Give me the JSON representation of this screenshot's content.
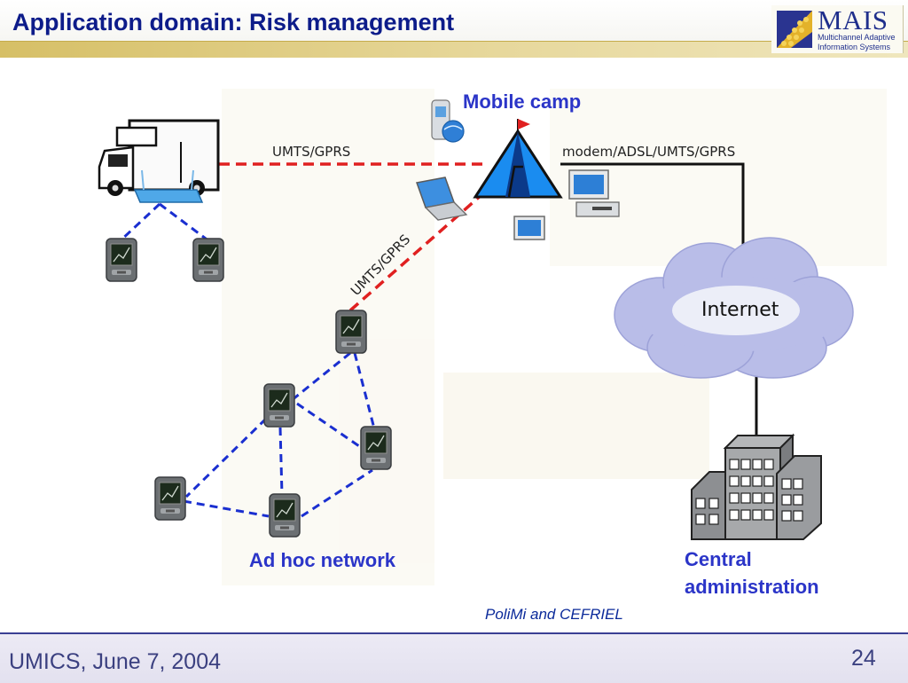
{
  "header": {
    "title": "Application domain: Risk management",
    "logo": {
      "main": "MAIS",
      "sub1": "Multichannel Adaptive",
      "sub2": "Information Systems"
    }
  },
  "diagram": {
    "link_labels": {
      "truck_to_camp": "UMTS/GPRS",
      "adhoc_to_camp": "UMTS/GPRS",
      "camp_to_internet": "modem/ADSL/UMTS/GPRS"
    },
    "mobile_camp": "Mobile camp",
    "internet": "Internet",
    "adhoc_network": "Ad hoc network",
    "central_admin_line1": "Central",
    "central_admin_line2": "administration",
    "credit": "PoliMi and CEFRIEL"
  },
  "footer": {
    "left": "UMICS, June 7, 2004",
    "page_number": "24"
  },
  "colors": {
    "title": "#0d1c8a",
    "label_blue": "#2b35c8",
    "red_link": "#e02020",
    "blue_link": "#1a2fd0",
    "cloud": "#b9bde8",
    "header_bar": "#d6bf66"
  }
}
